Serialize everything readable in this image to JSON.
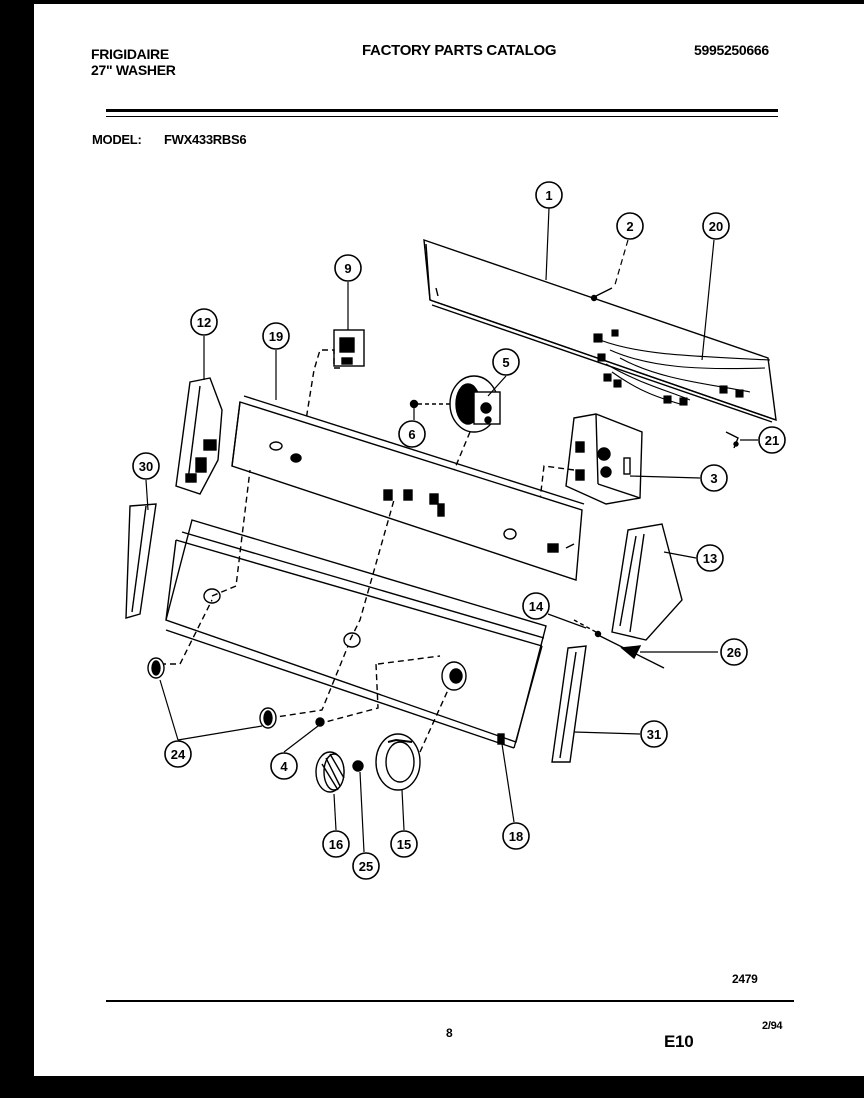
{
  "header": {
    "brand": "FRIGIDAIRE",
    "product": "27\" WASHER",
    "catalog_title": "FACTORY PARTS CATALOG",
    "part_number": "5995250666",
    "model_label": "MODEL:",
    "model_value": "FWX433RBS6"
  },
  "footer": {
    "ref_number": "2479",
    "page_number": "8",
    "section_code": "E10",
    "date_code": "2/94"
  },
  "callouts": [
    "1",
    "2",
    "20",
    "9",
    "5",
    "12",
    "19",
    "6",
    "21",
    "3",
    "30",
    "13",
    "14",
    "26",
    "31",
    "24",
    "4",
    "16",
    "25",
    "15",
    "18"
  ]
}
